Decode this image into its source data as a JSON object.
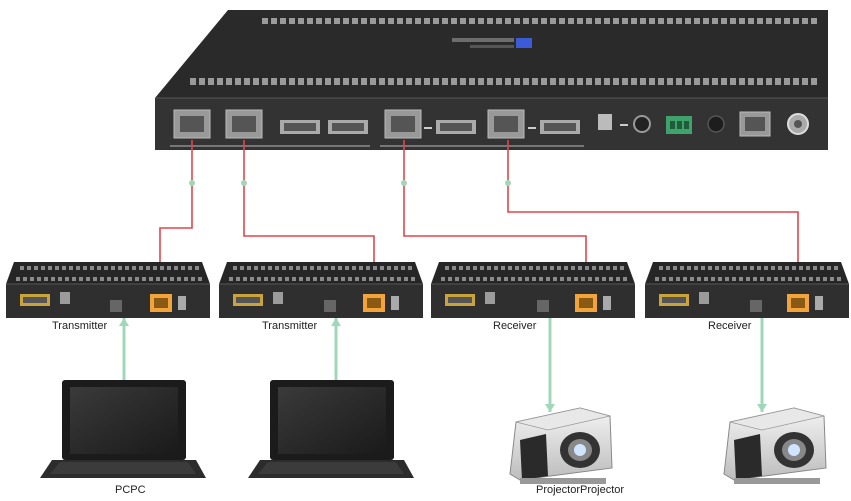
{
  "devices": {
    "transmitters": [
      {
        "label": "Transmitter"
      },
      {
        "label": "Transmitter"
      }
    ],
    "receivers": [
      {
        "label": "Receiver"
      },
      {
        "label": "Receiver"
      }
    ]
  },
  "endpoints": {
    "pc_label": "PCPC",
    "projector_label": "ProjectorProjector"
  },
  "colors": {
    "cable_red": "#e0474c",
    "cable_green": "#9fd8b8",
    "device_body": "#2b2b2b",
    "rj45_orange": "#f2a33a"
  }
}
